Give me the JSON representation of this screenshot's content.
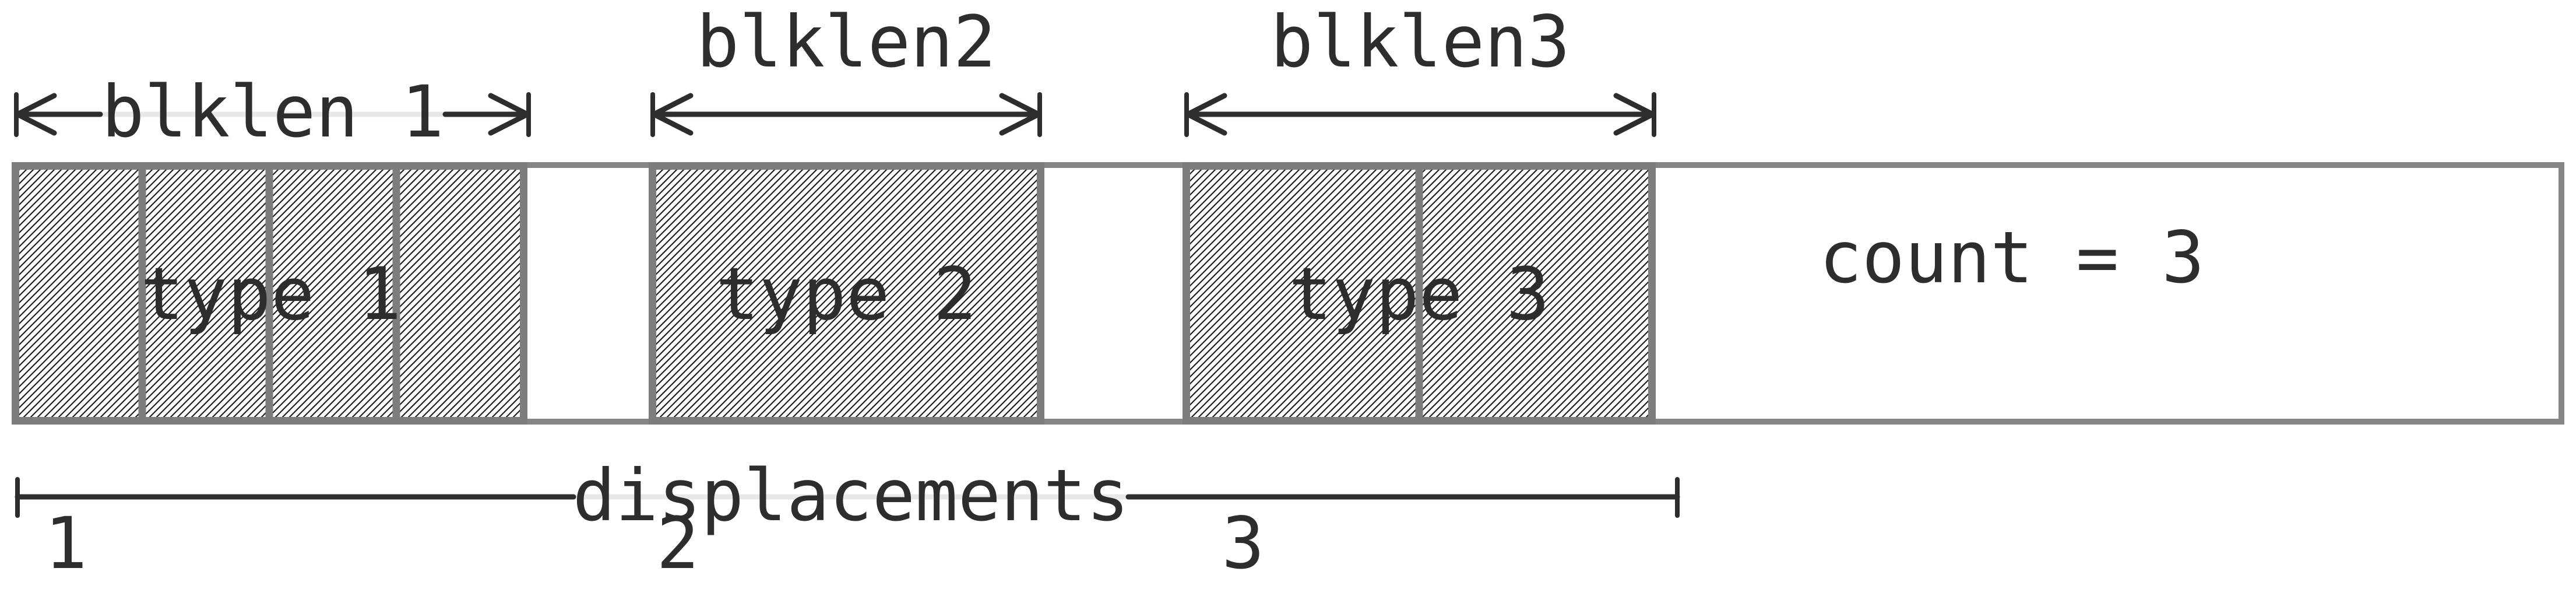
{
  "diagram": {
    "description_label": "",
    "count_label": "count = 3",
    "displacements_label": "displacements",
    "blocks": [
      {
        "blklen_label": "blklen 1",
        "type_label": "type 1",
        "displacement_index": "1",
        "cells": 4
      },
      {
        "blklen_label": "blklen2",
        "type_label": "type 2",
        "displacement_index": "2",
        "cells": 1
      },
      {
        "blklen_label": "blklen3",
        "type_label": "type 3",
        "displacement_index": "3",
        "cells": 2
      }
    ],
    "colors": {
      "ink": "#2d2d2d",
      "block_border": "#7d7d7d",
      "outer_border": "#868686",
      "dim_faint": "#e8e8e8",
      "hatch_line": "#1f1f1f",
      "background": "#ffffff"
    }
  }
}
